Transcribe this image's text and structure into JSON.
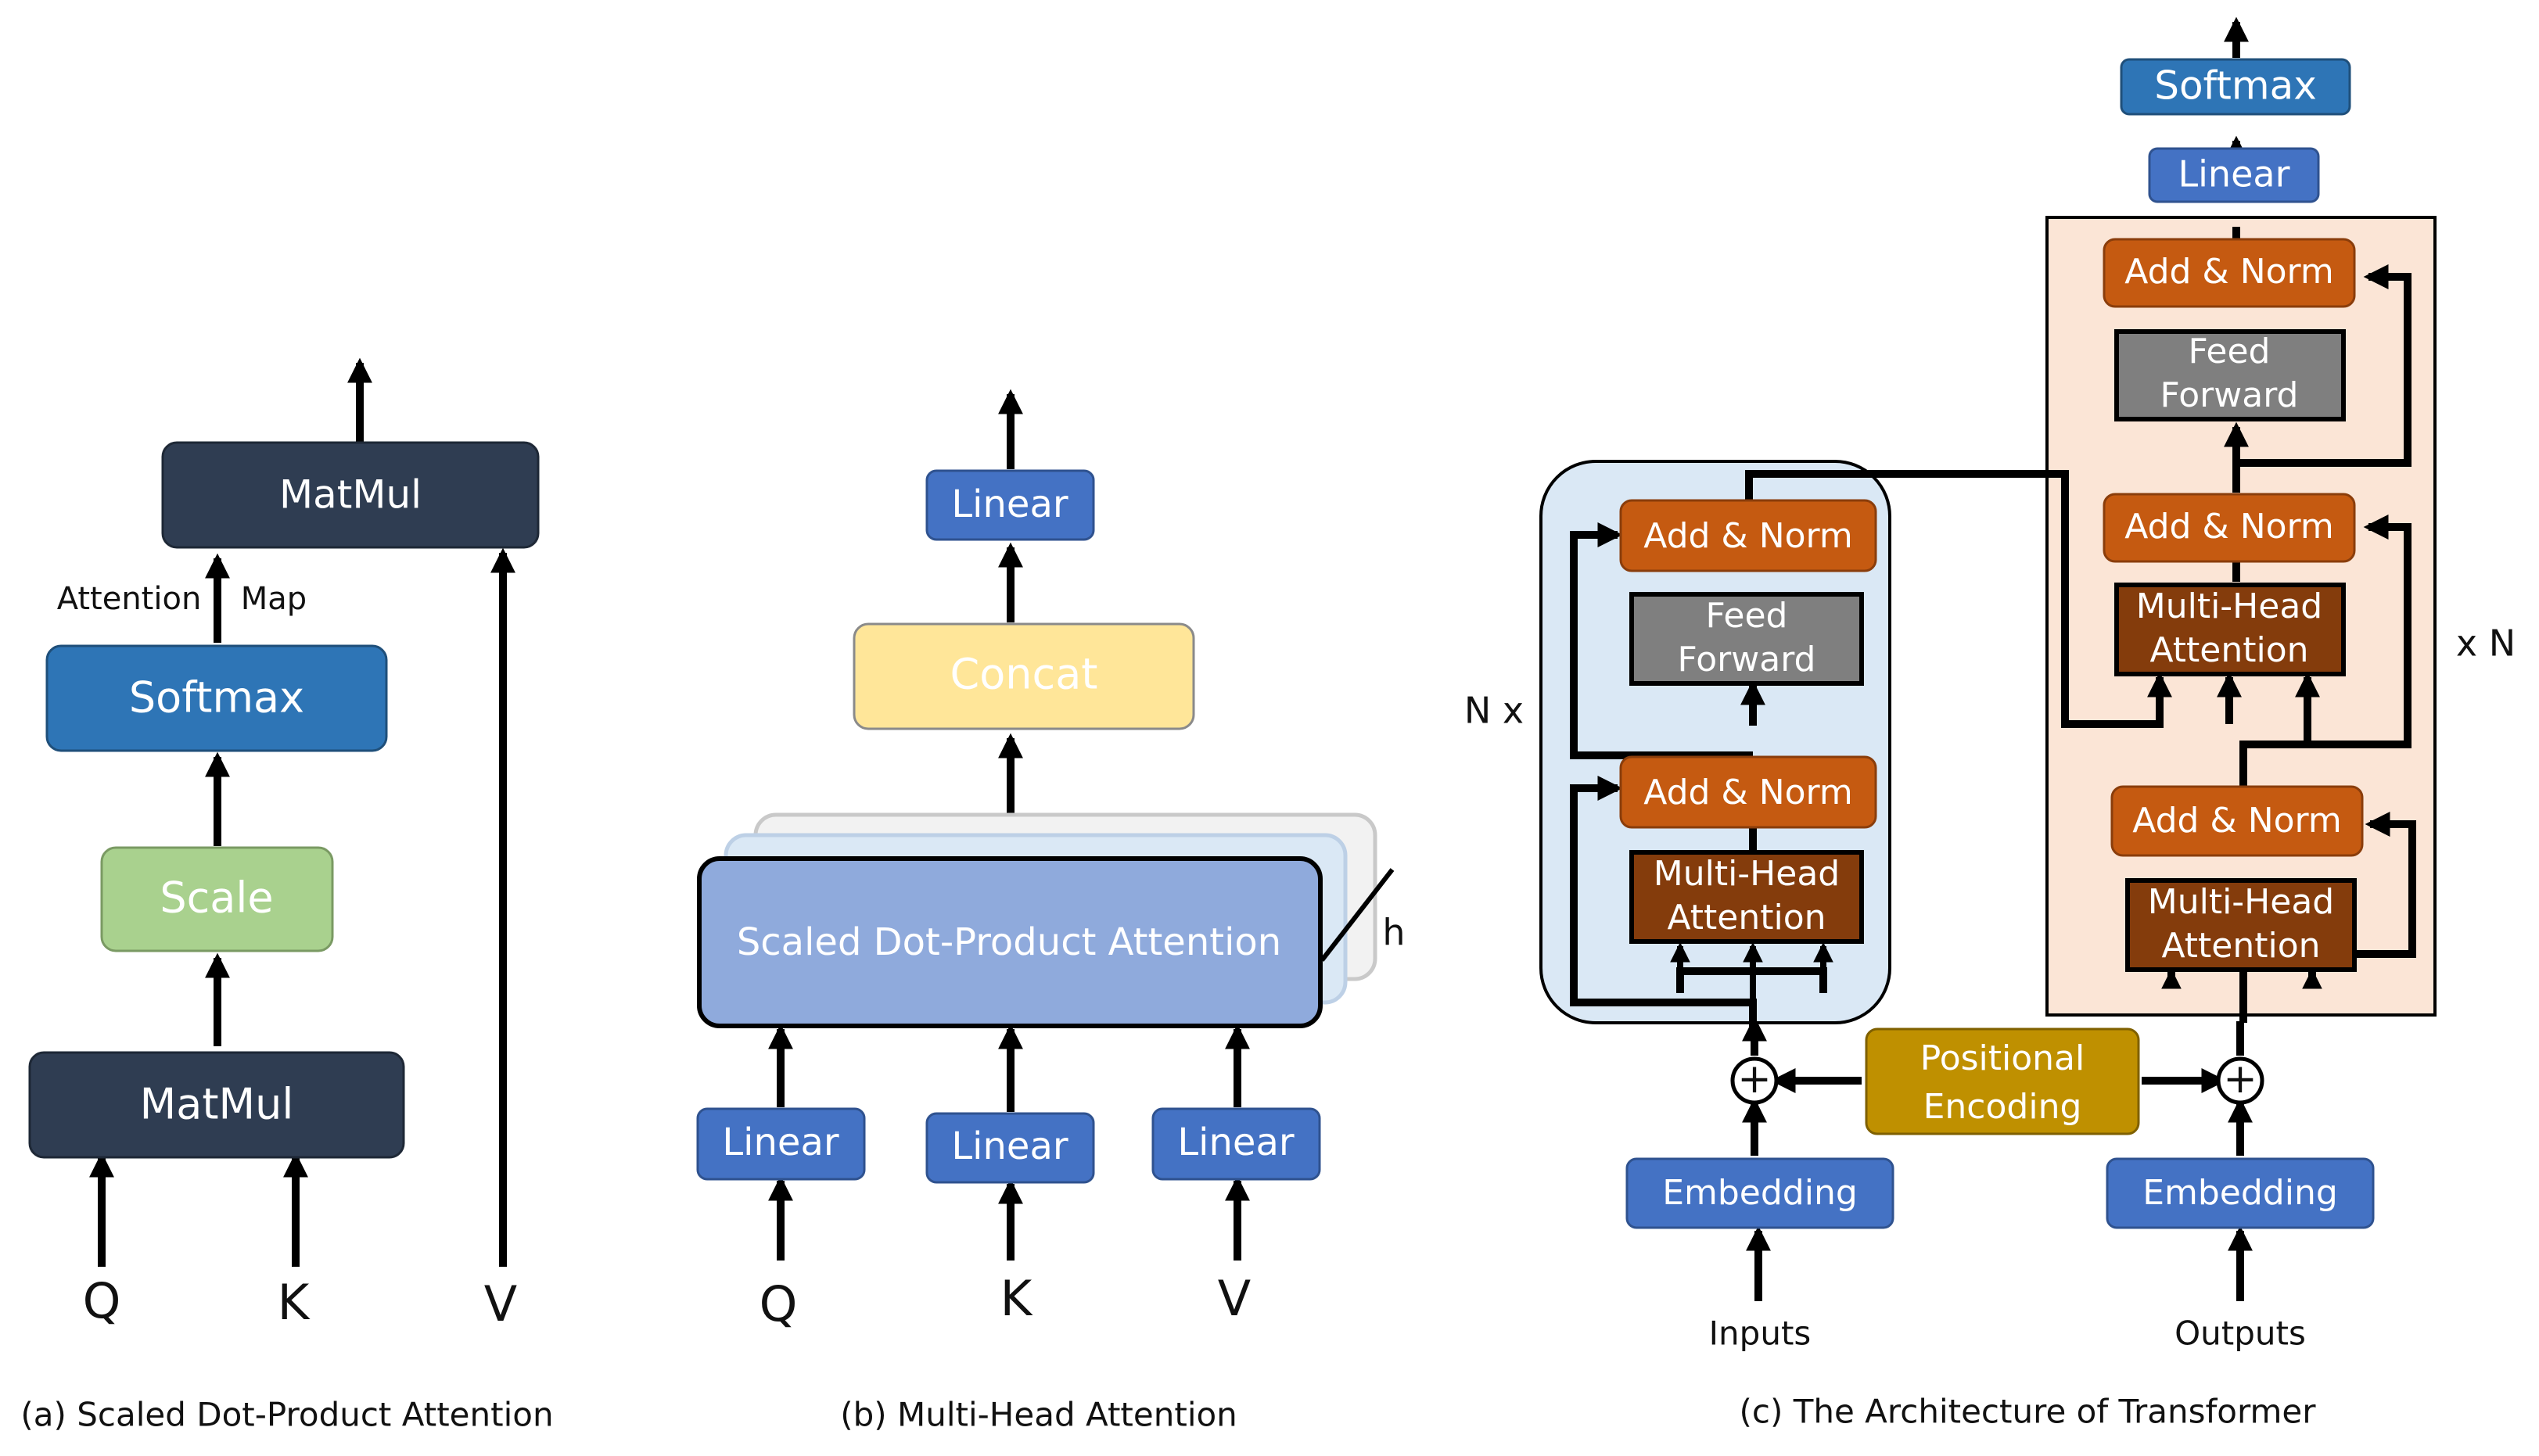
{
  "panel_a": {
    "caption": "(a) Scaled Dot-Product Attention",
    "matmul_top": "MatMul",
    "attention_label": "Attention",
    "map_label": "Map",
    "softmax": "Softmax",
    "scale": "Scale",
    "matmul_bottom": "MatMul",
    "q": "Q",
    "k": "K",
    "v": "V"
  },
  "panel_b": {
    "caption": "(b) Multi-Head Attention",
    "linear_top": "Linear",
    "concat": "Concat",
    "sdpa": "Scaled Dot-Product Attention",
    "h_label": "h",
    "linear_q": "Linear",
    "linear_k": "Linear",
    "linear_v": "Linear",
    "q": "Q",
    "k": "K",
    "v": "V"
  },
  "panel_c": {
    "caption": "(c) The Architecture of Transformer",
    "encoder": {
      "repeat_label": "N x",
      "add_norm_top": "Add & Norm",
      "feed_forward_1": "Feed",
      "feed_forward_2": "Forward",
      "add_norm_bottom": "Add & Norm",
      "mha_1": "Multi-Head",
      "mha_2": "Attention",
      "embedding": "Embedding",
      "inputs": "Inputs"
    },
    "decoder": {
      "repeat_label": "x N",
      "softmax": "Softmax",
      "linear": "Linear",
      "add_norm_top": "Add & Norm",
      "feed_forward_1": "Feed",
      "feed_forward_2": "Forward",
      "add_norm_mid": "Add & Norm",
      "cross_mha_1": "Multi-Head",
      "cross_mha_2": "Attention",
      "add_norm_bottom": "Add & Norm",
      "self_mha_1": "Multi-Head",
      "self_mha_2": "Attention",
      "embedding": "Embedding",
      "outputs": "Outputs"
    },
    "positional_encoding_1": "Positional",
    "positional_encoding_2": "Encoding",
    "plus_symbol": "+"
  },
  "colors": {
    "dark_navy": "#2f3d52",
    "blue_linear": "#4472c4",
    "blue_softmax": "#2e75b6",
    "green_scale": "#a9d18e",
    "yellow_concat": "#ffe699",
    "sdpa_fill": "#8faadc",
    "orange_addnorm": "#c55a11",
    "brown_mha": "#843c0c",
    "gray_ff": "#7f7f7f",
    "gold_pe": "#bf9000",
    "encoder_bg": "#dae8f5",
    "decoder_bg": "#fbe5d6"
  }
}
